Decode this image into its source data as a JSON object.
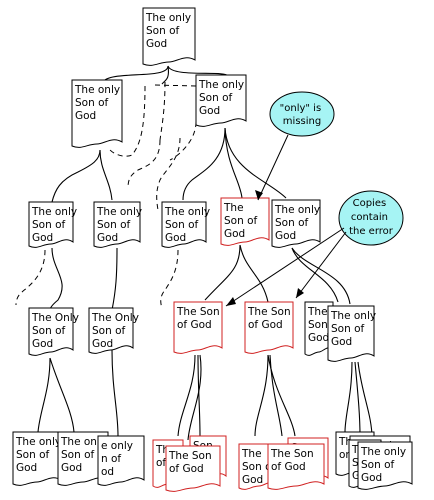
{
  "labels": {
    "only_son": "The only Son of God",
    "only_son_cap": "The Only Son of God",
    "son": "The Son of God"
  },
  "documents": [
    {
      "id": "root",
      "text_key": "only_son",
      "lines": [
        "The only",
        "Son of",
        "God"
      ],
      "error": false
    },
    {
      "id": "l1-left",
      "text_key": "only_son",
      "lines": [
        "The only",
        "Son of",
        "God"
      ],
      "error": false
    },
    {
      "id": "l1-right",
      "text_key": "only_son",
      "lines": [
        "The only",
        "Son of",
        "God"
      ],
      "error": false
    },
    {
      "id": "l2-a",
      "text_key": "only_son",
      "lines": [
        "The only",
        "Son of",
        "God"
      ],
      "error": false
    },
    {
      "id": "l2-b",
      "text_key": "only_son",
      "lines": [
        "The only",
        "Son of",
        "God"
      ],
      "error": false
    },
    {
      "id": "l2-c",
      "text_key": "only_son",
      "lines": [
        "The only",
        "Son of",
        "God"
      ],
      "error": false
    },
    {
      "id": "l2-d",
      "text_key": "son",
      "lines": [
        "The",
        "Son of",
        "God"
      ],
      "error": true
    },
    {
      "id": "l2-e",
      "text_key": "only_son",
      "lines": [
        "The only",
        "Son of",
        "God"
      ],
      "error": false
    },
    {
      "id": "l3-a",
      "text_key": "only_son_cap",
      "lines": [
        "The Only",
        "Son of",
        "God"
      ],
      "error": false
    },
    {
      "id": "l3-b",
      "text_key": "only_son_cap",
      "lines": [
        "The Only",
        "Son of",
        "God"
      ],
      "error": false
    },
    {
      "id": "l3-c",
      "text_key": "son",
      "lines": [
        "The Son",
        "of God"
      ],
      "error": true
    },
    {
      "id": "l3-d",
      "text_key": "son",
      "lines": [
        "The Son",
        "of God"
      ],
      "error": true
    },
    {
      "id": "l3-e-back",
      "text_key": "only_son",
      "lines": [
        "The",
        "Son",
        "God"
      ],
      "error": false
    },
    {
      "id": "l3-e",
      "text_key": "only_son",
      "lines": [
        "The only",
        "Son of",
        "God"
      ],
      "error": false
    },
    {
      "id": "l4-a",
      "text_key": "only_son",
      "lines": [
        "The only",
        "Son of",
        "God"
      ],
      "error": false
    },
    {
      "id": "l4-b",
      "text_key": "only_son",
      "lines": [
        "The only",
        "Son of",
        "God"
      ],
      "error": false
    },
    {
      "id": "l4-c",
      "text_key": "only_son",
      "lines": [
        "e only",
        "n of",
        "od"
      ],
      "error": false
    },
    {
      "id": "l4-d-back2",
      "text_key": "son",
      "lines": [
        "The",
        "of God"
      ],
      "error": true
    },
    {
      "id": "l4-d-back",
      "text_key": "son",
      "lines": [
        "Son",
        "God"
      ],
      "error": true
    },
    {
      "id": "l4-d",
      "text_key": "son",
      "lines": [
        "The  Son",
        "of God"
      ],
      "error": true
    },
    {
      "id": "l4-e-back",
      "text_key": "son",
      "lines": [
        "Son",
        "God"
      ],
      "error": true
    },
    {
      "id": "l4-e-mid",
      "text_key": "son",
      "lines": [
        "The",
        "Son o",
        "God"
      ],
      "error": true
    },
    {
      "id": "l4-e",
      "text_key": "son",
      "lines": [
        "The Son",
        "of God"
      ],
      "error": true
    },
    {
      "id": "l4-f-back2",
      "text_key": "only_son",
      "lines": [
        "The",
        "only"
      ],
      "error": false
    },
    {
      "id": "l4-f-back",
      "text_key": "only_son",
      "lines": [
        "The only",
        "Son of",
        "God"
      ],
      "error": false
    },
    {
      "id": "l4-f-mid",
      "text_key": "only_son",
      "lines": [
        "The",
        "Son",
        "Go"
      ],
      "error": false
    },
    {
      "id": "l4-f",
      "text_key": "only_son",
      "lines": [
        "The only",
        "Son of",
        "God"
      ],
      "error": false
    }
  ],
  "callouts": [
    {
      "id": "only-missing",
      "lines": [
        "\"only\" is",
        "missing"
      ],
      "fill": "#a6f4f4"
    },
    {
      "id": "copies-error",
      "lines": [
        "Copies",
        "contain",
        "the error"
      ],
      "fill": "#a6f4f4"
    }
  ],
  "colors": {
    "normal_border": "#000000",
    "error_border": "#d02020",
    "bubble_fill": "#a6f4f4",
    "line": "#000000"
  }
}
